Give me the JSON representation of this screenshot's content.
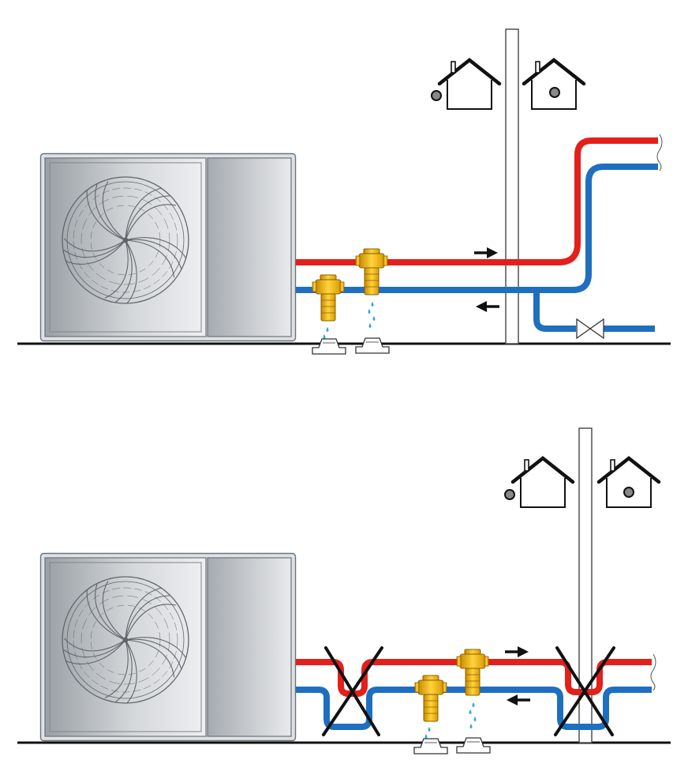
{
  "colors": {
    "hot_pipe": "#e3201b",
    "cold_pipe": "#1f6fc0",
    "valve_brass": "#f2b705",
    "valve_dark": "#c98a00",
    "unit_body": "#c9ccd0",
    "ground": "#111111",
    "drip": "#3aa5e0",
    "cross": "#111111"
  },
  "diagrams": [
    {
      "name": "correct-installation",
      "crossed_dips": false
    },
    {
      "name": "incorrect-installation",
      "crossed_dips": true
    }
  ],
  "icons": [
    "house-icon",
    "heat-pump-unit",
    "fan-icon",
    "antifreeze-valve-icon",
    "check-valve-icon",
    "flow-arrow-icon",
    "cross-mark-icon"
  ]
}
